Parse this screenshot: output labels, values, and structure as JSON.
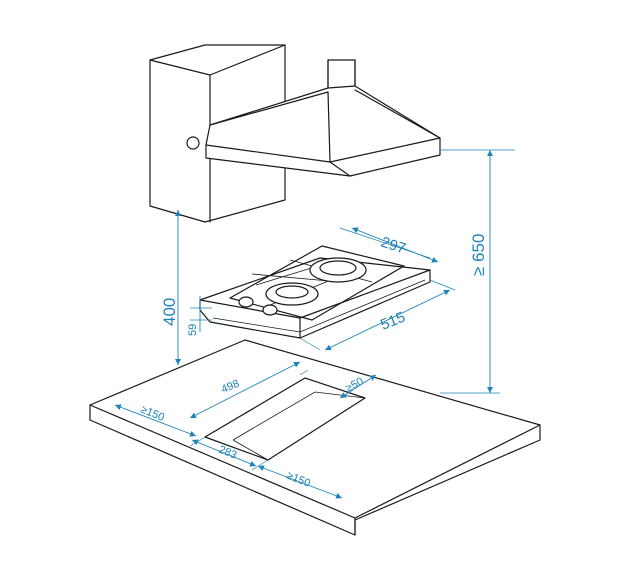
{
  "colors": {
    "line": "#1a1a1a",
    "dimension": "#1d83b8",
    "background": "#ffffff"
  },
  "dimensions": {
    "hood_height": "≥ 650",
    "worktop_height": "400",
    "hob_depth": "297",
    "hob_width": "515",
    "hob_thickness": "59",
    "cutout_width": "498",
    "cutout_depth": "283",
    "rear_clearance": "≥50",
    "side_clearance_left": "≥150",
    "side_clearance_front": "≥150"
  }
}
